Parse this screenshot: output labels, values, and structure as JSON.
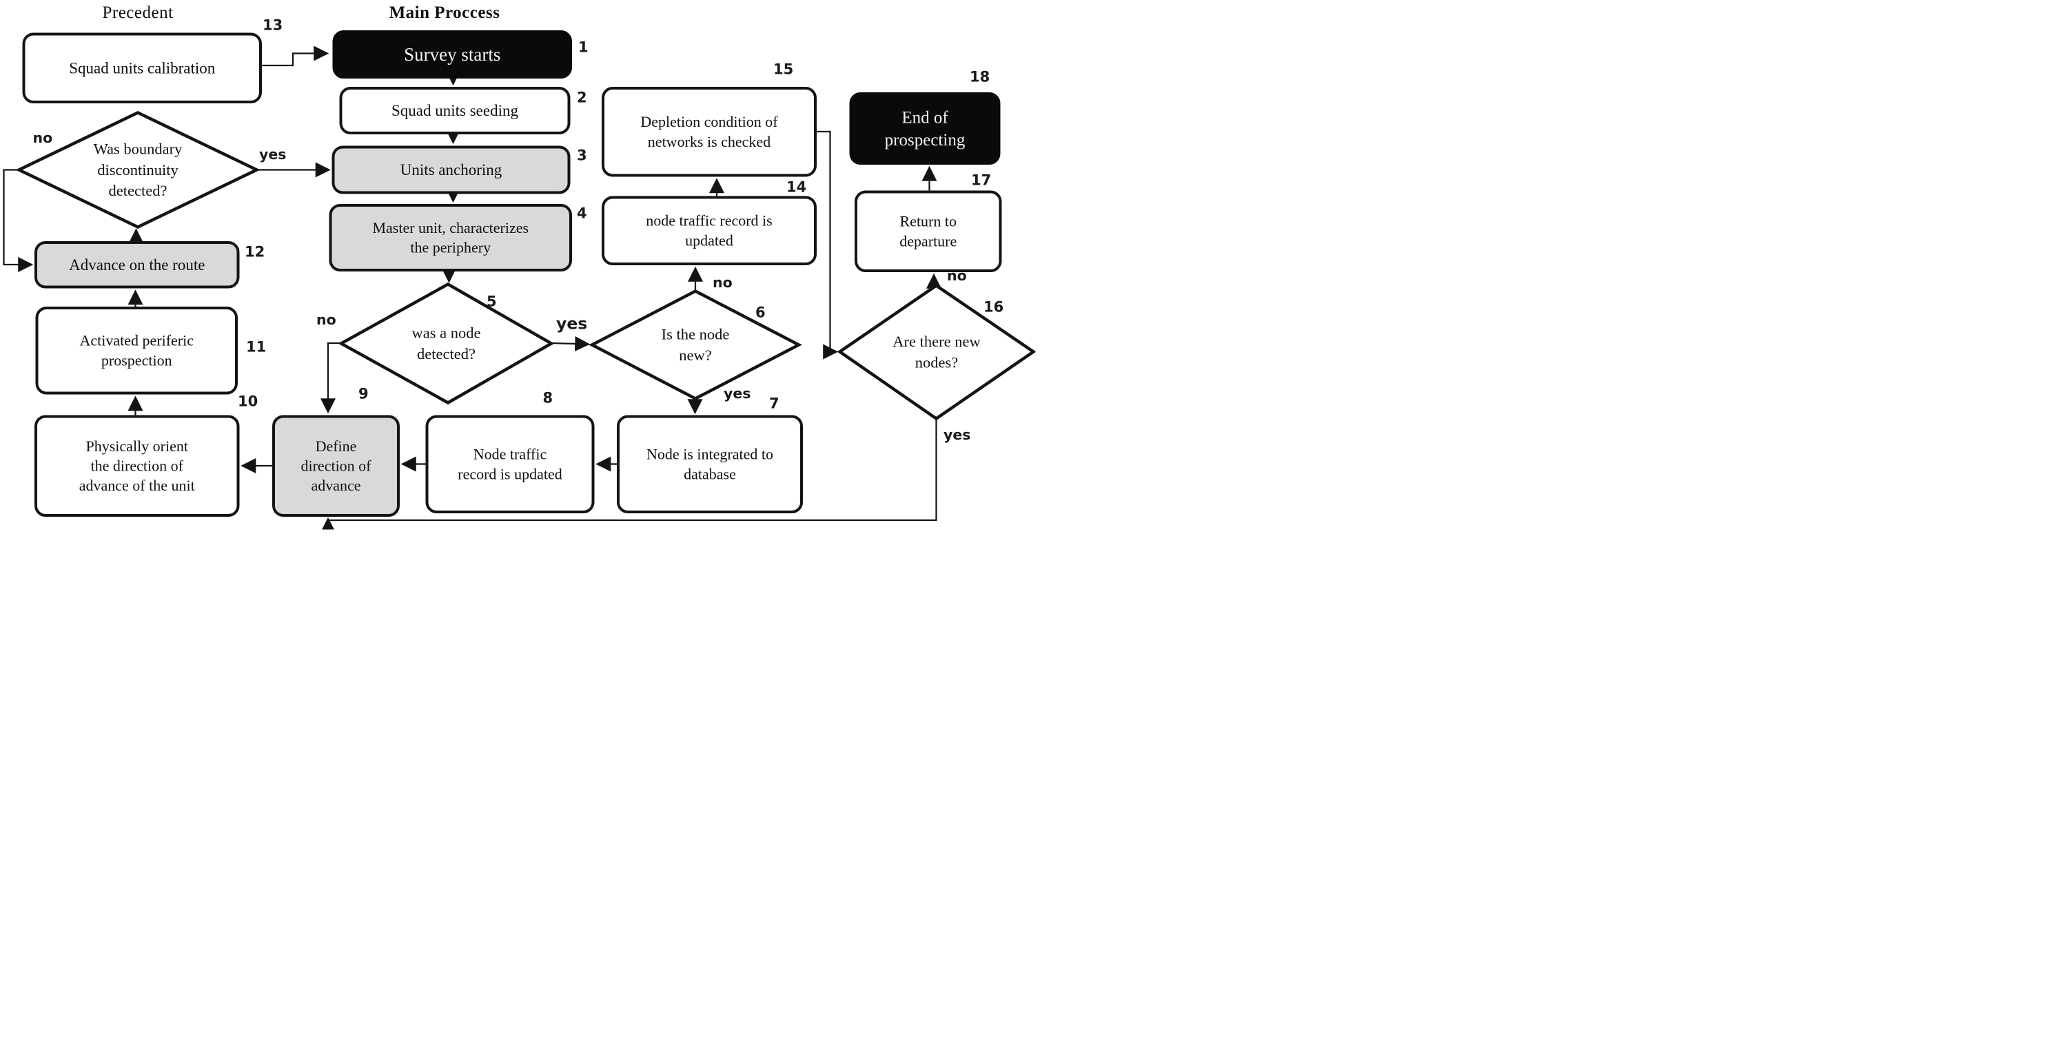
{
  "titles": {
    "precedent": "Precedent",
    "main": "Main Proccess"
  },
  "colors": {
    "stroke": "#141414",
    "node_fill_white": "#ffffff",
    "node_fill_gray": "#d9d9d9",
    "node_fill_black": "#0a0a0a",
    "text": "#111111"
  },
  "nodes": {
    "n1": {
      "num": "1",
      "label": "Survey starts"
    },
    "n2": {
      "num": "2",
      "label": "Squad units seeding"
    },
    "n3": {
      "num": "3",
      "label": "Units anchoring"
    },
    "n4": {
      "num": "4",
      "label": "Master unit, characterizes\nthe periphery"
    },
    "n5": {
      "num": "5",
      "label": "was a node\ndetected?"
    },
    "n6": {
      "num": "6",
      "label": "Is the node\nnew?"
    },
    "n7": {
      "num": "7",
      "label": "Node is integrated to\ndatabase"
    },
    "n8": {
      "num": "8",
      "label": "Node traffic\nrecord is updated"
    },
    "n9": {
      "num": "9",
      "label": "Define\ndirection of\nadvance"
    },
    "n10": {
      "num": "10",
      "label": "Physically orient\nthe direction of\nadvance of the unit"
    },
    "n11": {
      "num": "11",
      "label": "Activated periferic\nprospection"
    },
    "n12": {
      "num": "12",
      "label": "Advance on the route"
    },
    "n13": {
      "num": "13",
      "label": "Squad units calibration"
    },
    "n14": {
      "num": "14",
      "label": "node traffic record is\nupdated"
    },
    "n15": {
      "num": "15",
      "label": "Depletion condition of\nnetworks is checked"
    },
    "n16": {
      "num": "16",
      "label": "Are there new\nnodes?"
    },
    "n17": {
      "num": "17",
      "label": "Return to\ndeparture"
    },
    "n18": {
      "num": "18",
      "label": "End of\nprospecting"
    },
    "dBoundary": {
      "label": "Was boundary\ndiscontinuity\ndetected?"
    }
  },
  "edge_labels": {
    "boundary_no": "no",
    "boundary_yes": "yes",
    "node_detected_no": "no",
    "node_detected_yes": "yes",
    "node_new_no": "no",
    "node_new_yes": "yes",
    "new_nodes_no": "no",
    "new_nodes_yes": "yes"
  }
}
